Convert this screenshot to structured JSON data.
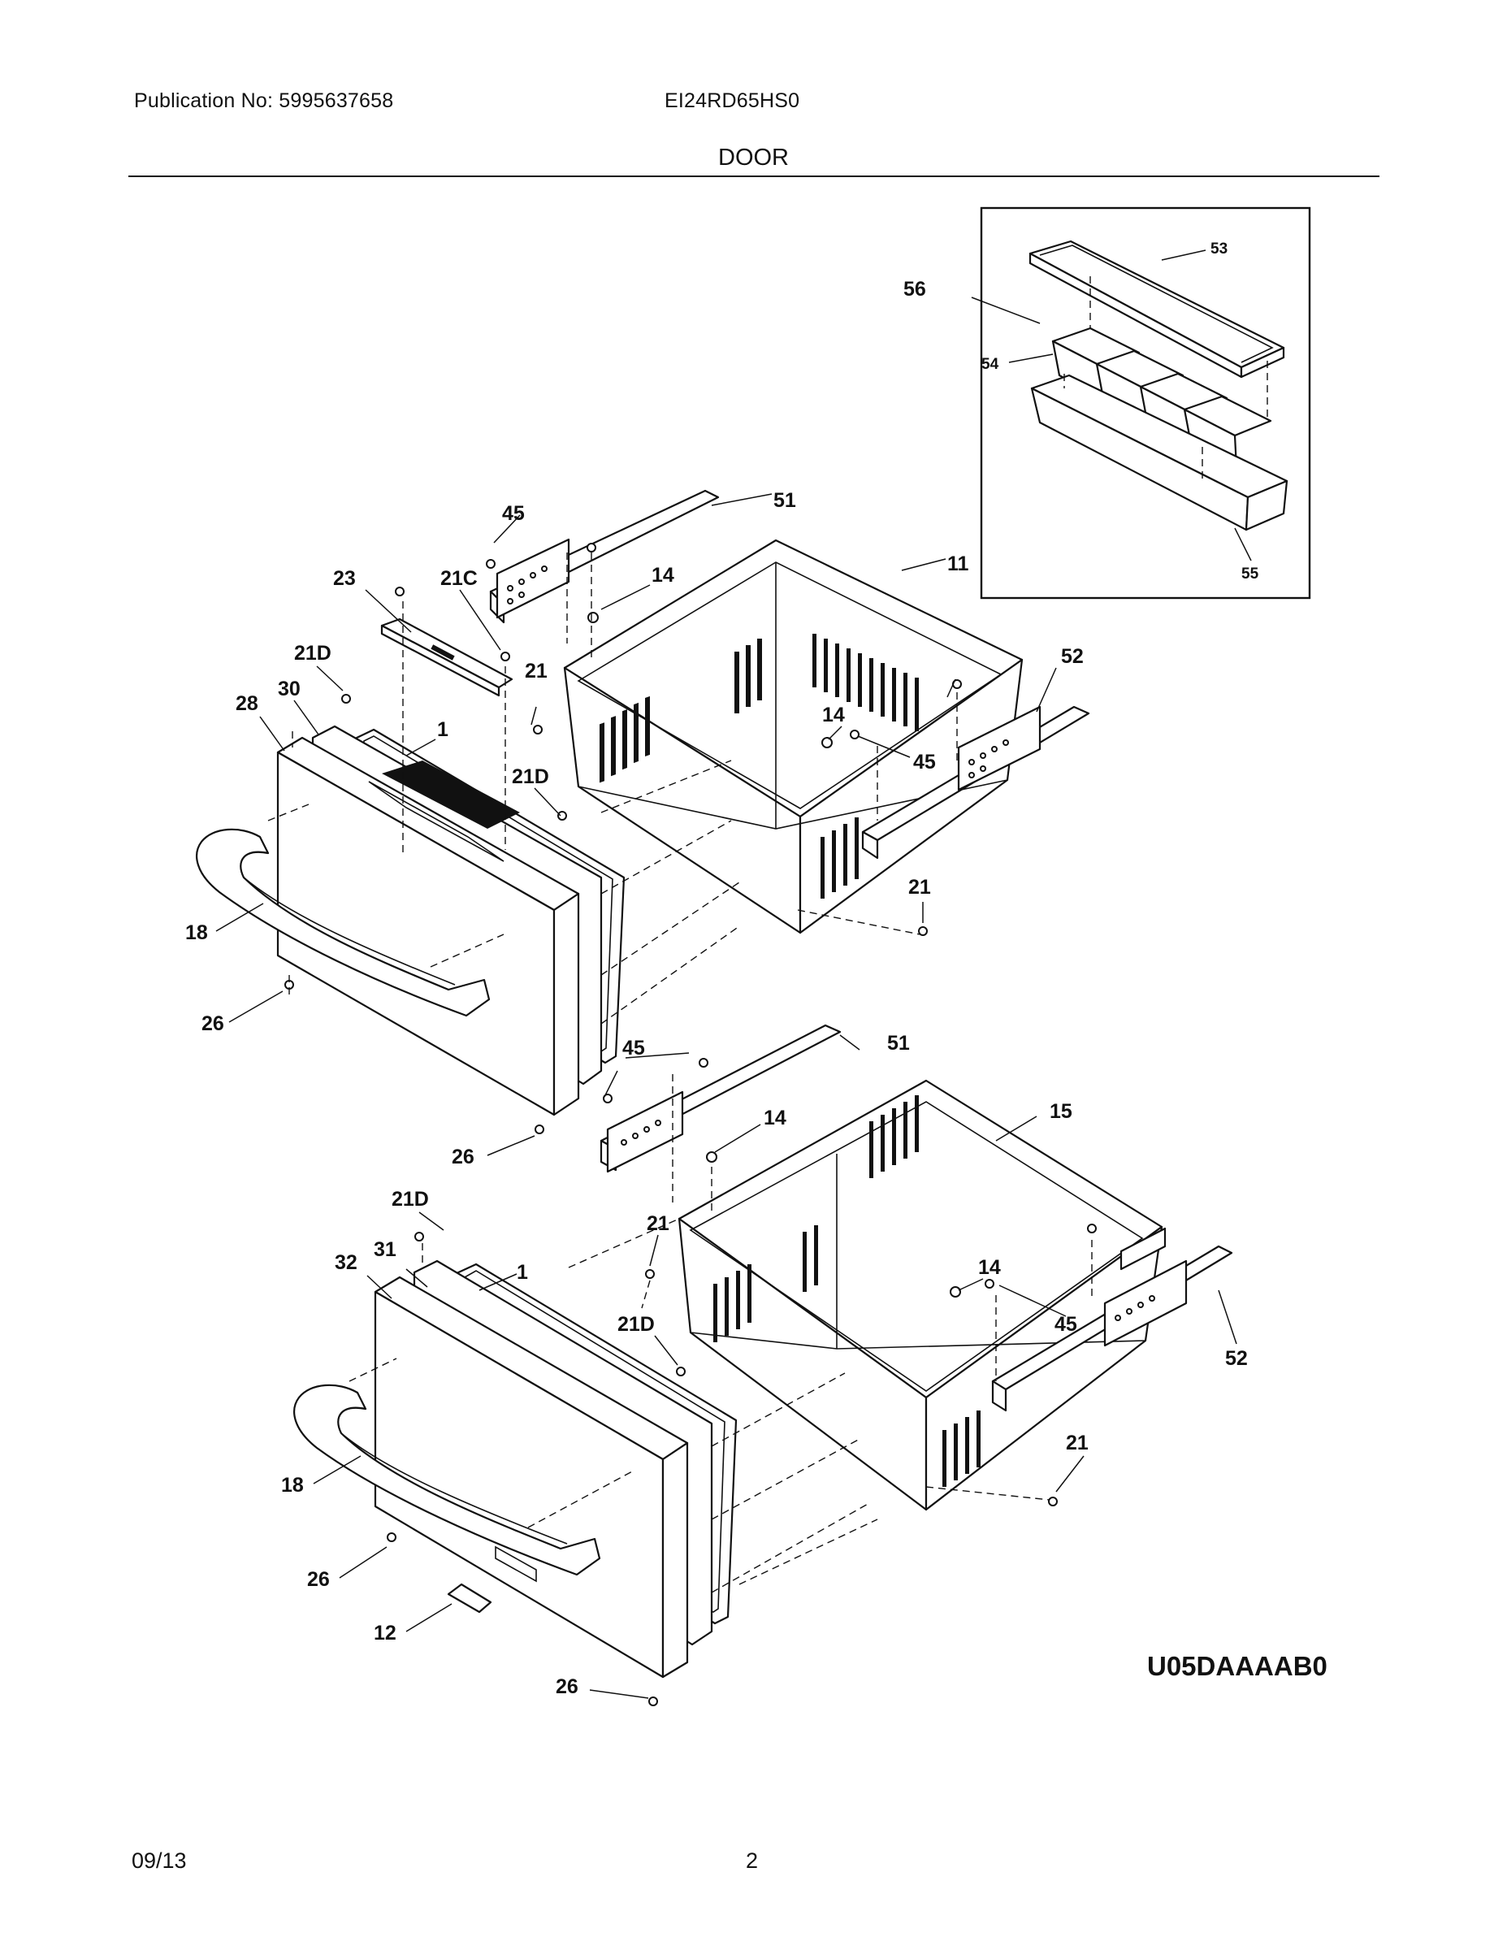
{
  "header": {
    "publication": "Publication No: 5995637658",
    "model": "EI24RD65HS0",
    "title": "DOOR"
  },
  "footer": {
    "date": "09/13",
    "page": "2"
  },
  "diagram": {
    "code": "U05DAAAAB0",
    "labels": {
      "p53": "53",
      "p56": "56",
      "p54": "54",
      "p55": "55",
      "p45a": "45",
      "p51a": "51",
      "p23": "23",
      "p21c": "21C",
      "p14a": "14",
      "p11": "11",
      "p21da": "21D",
      "p21a": "21",
      "p28": "28",
      "p30": "30",
      "p1a": "1",
      "p52a": "52",
      "p14b": "14",
      "p21db": "21D",
      "p45b": "45",
      "p21b": "21",
      "p18a": "18",
      "p26a": "26",
      "p26b": "26",
      "p45c": "45",
      "p51b": "51",
      "p14c": "14",
      "p15": "15",
      "p21dc": "21D",
      "p21c2": "21",
      "p32": "32",
      "p31": "31",
      "p1b": "1",
      "p14d": "14",
      "p45d": "45",
      "p21dd": "21D",
      "p52b": "52",
      "p18b": "18",
      "p21e": "21",
      "p26c": "26",
      "p12": "12",
      "p26d": "26"
    }
  }
}
